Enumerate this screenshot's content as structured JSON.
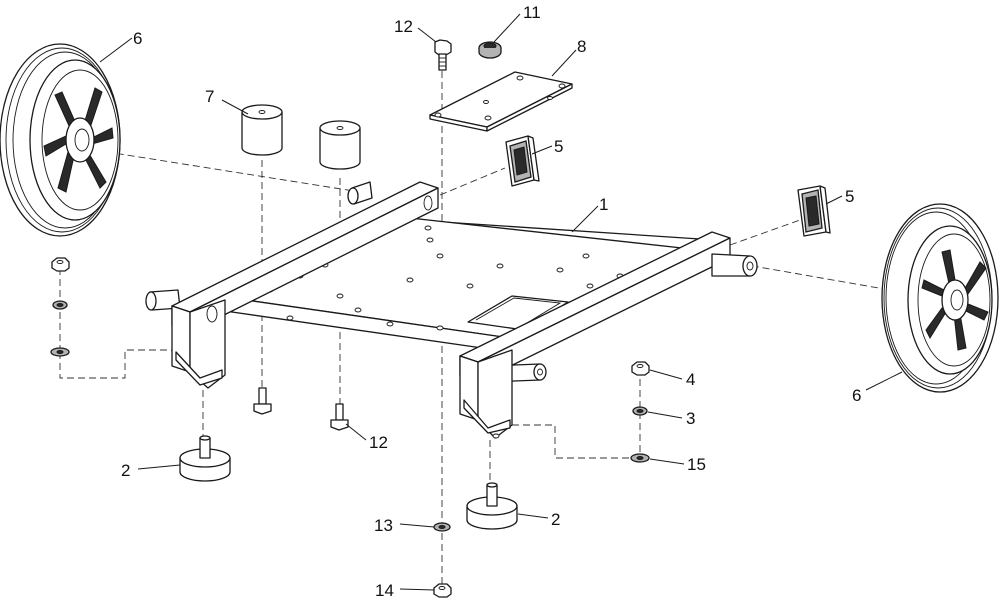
{
  "figure": {
    "type": "exploded-parts-diagram",
    "callouts": {
      "c1": "1",
      "c2a": "2",
      "c2b": "2",
      "c3": "3",
      "c4": "4",
      "c5a": "5",
      "c5b": "5",
      "c6a": "6",
      "c6b": "6",
      "c7": "7",
      "c8": "8",
      "c11": "11",
      "c12a": "12",
      "c12b": "12",
      "c13": "13",
      "c14": "14",
      "c15": "15"
    }
  }
}
